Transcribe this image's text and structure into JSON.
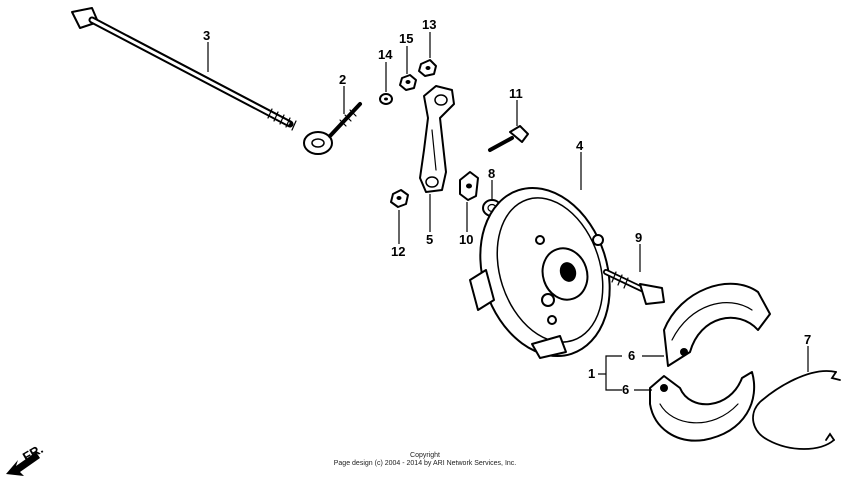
{
  "labels": {
    "p1": "1",
    "p2": "2",
    "p3": "3",
    "p4": "4",
    "p5": "5",
    "p6a": "6",
    "p6b": "6",
    "p7": "7",
    "p8": "8",
    "p9": "9",
    "p10": "10",
    "p11": "11",
    "p12": "12",
    "p13": "13",
    "p14": "14",
    "p15": "15"
  },
  "direction": "FR.",
  "copyright_line1": "Copyright",
  "copyright_line2": "Page design (c) 2004 - 2014 by ARI Network Services, Inc."
}
